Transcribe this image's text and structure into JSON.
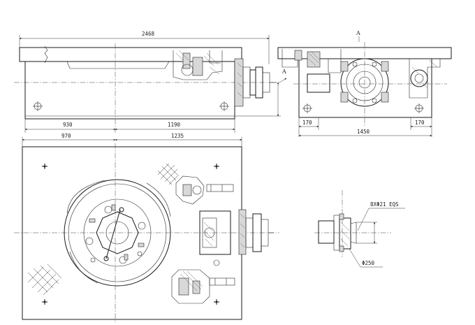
{
  "drawing": {
    "section_label": "A",
    "section_label_small": "A",
    "dimensions": {
      "total_length": "2468",
      "left_part": "930",
      "right_part": "1190",
      "plan_left": "970",
      "plan_right": "1235",
      "side_left": "170",
      "side_total": "1450",
      "side_right": "170"
    },
    "callouts": {
      "spline": "8XΦ21 EQS",
      "diameter": "Φ250"
    }
  }
}
